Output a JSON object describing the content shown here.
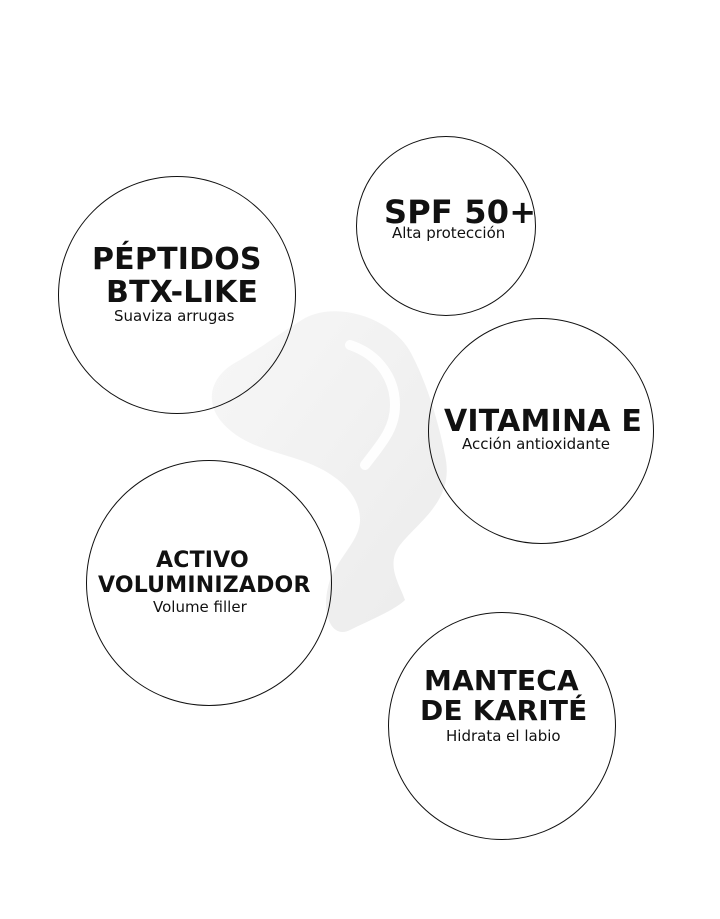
{
  "badges": [
    {
      "title": "SPF 50+",
      "subtitle": "Alta protección"
    },
    {
      "title_line1": "PÉPTIDOS",
      "title_line2": "BTX-LIKE",
      "subtitle": "Suaviza arrugas"
    },
    {
      "title": "VITAMINA E",
      "subtitle": "Acción antioxidante"
    },
    {
      "title_line1": "ACTIVO",
      "title_line2": "VOLUMINIZADOR",
      "subtitle": "Volume filler"
    },
    {
      "title_line1": "MANTECA",
      "title_line2": "DE KARITÉ",
      "subtitle": "Hidrata el labio"
    }
  ],
  "colors": {
    "ink": "#111111",
    "background": "#ffffff",
    "swatch": "#efefef"
  }
}
